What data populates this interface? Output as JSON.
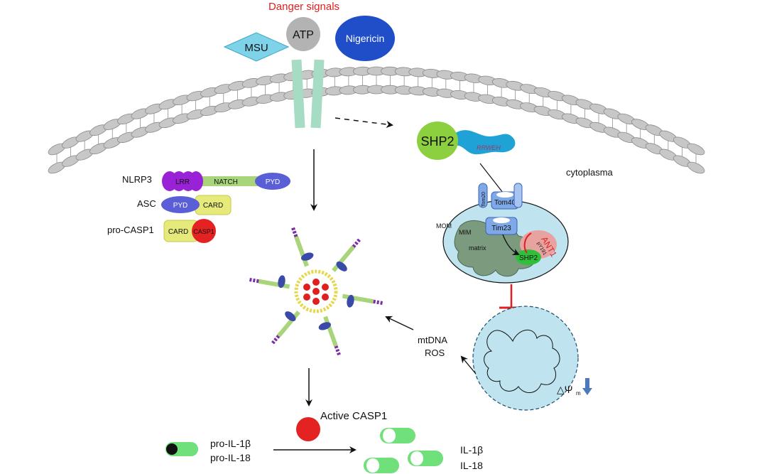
{
  "title": "Danger signals",
  "signals": {
    "msu": "MSU",
    "atp": "ATP",
    "nigericin": "Nigericin"
  },
  "labels": {
    "cytoplasma": "cytoplasma",
    "nlrp3": "NLRP3",
    "asc": "ASC",
    "pro_casp1": "pro-CASP1",
    "mtdna": "mtDNA",
    "ros": "ROS",
    "active_casp1": "Active CASP1",
    "pro_il1b": "pro-IL-1β",
    "pro_il18": "pro-IL-18",
    "il1b": "IL-1β",
    "il18": "IL-18",
    "delta_psi": "△Ψ",
    "delta_psi_sub": "m"
  },
  "domains": {
    "lrr": "LRR",
    "natch": "NATCH",
    "pyd": "PYD",
    "card": "CARD",
    "casp1": "CASP1"
  },
  "mito": {
    "shp2": "SHP2",
    "rrweh": "RRWEH",
    "tom20": "Tom20",
    "tom40": "Tom40",
    "tim23": "Tim23",
    "mom": "MOM",
    "mim": "MIM",
    "matrix": "matrix",
    "ant1": "ANT1",
    "ant1_sub": "pY191",
    "shp2_inner": "SHP2"
  },
  "colors": {
    "title_red": "#e02020",
    "membrane_gray": "#c7c7c7",
    "receptor_green": "#a6dcc4",
    "msu_blue": "#7fd3e8",
    "nigericin_blue": "#1f4ec8",
    "shp2_green": "#8ccf3f",
    "rrweh_blue": "#1fa3d6",
    "mito_blue": "#bfe4ef",
    "matrix_green": "#7b9a7e",
    "inhibit_red": "#e02020",
    "lrr_purple": "#9a22d6",
    "natch_green": "#a8d47a",
    "pyd_blue": "#5a5fd8",
    "card_yellow": "#e6ea7a",
    "casp1_red": "#e52222",
    "il_green": "#6fe07a"
  }
}
